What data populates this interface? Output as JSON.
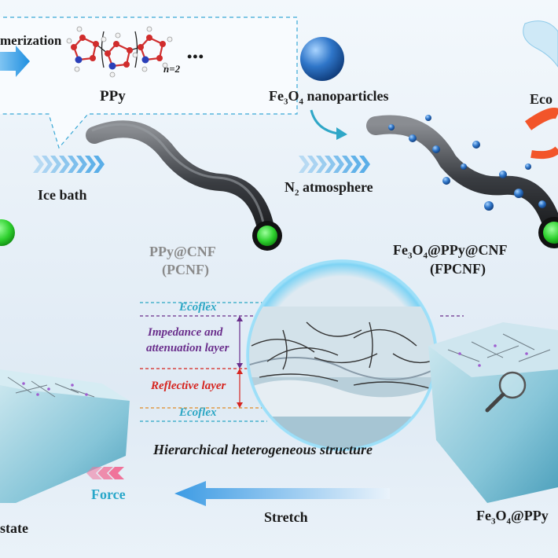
{
  "top_box": {
    "step_label_partial": "merization",
    "polymer_label": "PPy",
    "repeat_label": "n=2",
    "ellipsis": "•••"
  },
  "steps": {
    "ice_bath": "Ice bath",
    "nanoparticles": "nanoparticles",
    "fe_base": "Fe",
    "sub3": "3",
    "o_base": "O",
    "sub4": "4",
    "n_base": "N",
    "sub2": "2",
    "atmosphere": "atmosphere"
  },
  "products": {
    "pcnf_name": "PPy@CNF",
    "pcnf_abbr": "(PCNF)",
    "fpcnf_suffix": "@PPy@CNF",
    "fpcnf_abbr": "(FPCNF)",
    "ecoflex_partial": "Eco"
  },
  "structure": {
    "ecoflex_top": "Ecoflex",
    "impedance_line1": "Impedance and",
    "impedance_line2": "attenuation layer",
    "reflective": "Reflective layer",
    "ecoflex_bottom": "Ecoflex",
    "caption": "Hierarchical heterogeneous structure"
  },
  "bottom": {
    "force": "Force",
    "stretch": "Stretch",
    "state_partial": "state",
    "fe_bottom_suffix": "@PPy"
  },
  "colors": {
    "ecoflex": "#2aa6c4",
    "impedance": "#6a2e8c",
    "reflective": "#d6241f",
    "force": "#29a7c9",
    "arrow": "#4aa3e0"
  }
}
